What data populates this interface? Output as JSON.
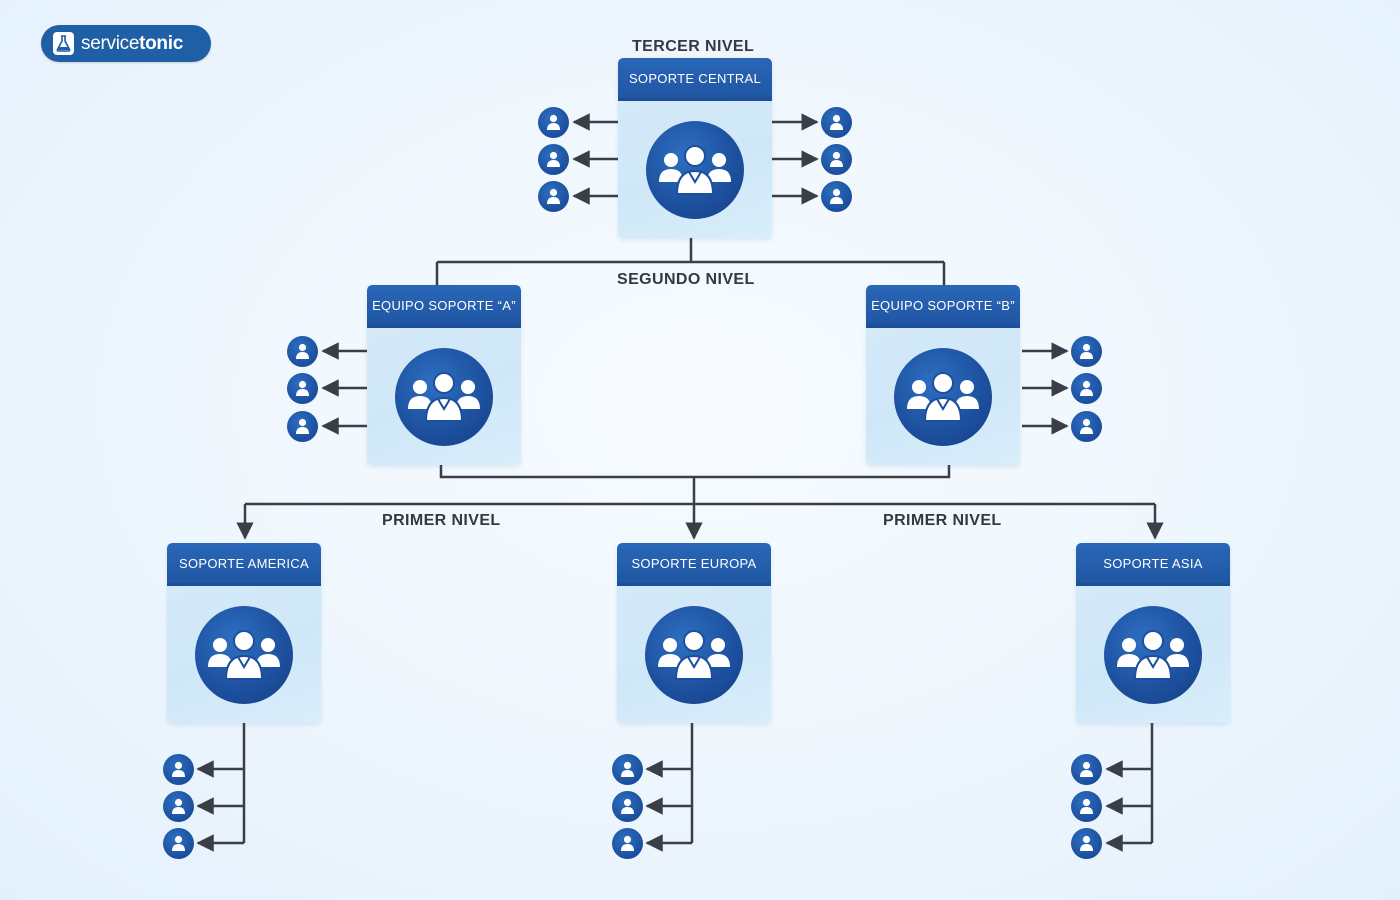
{
  "logo": {
    "text_light": "service",
    "text_bold": "tonic",
    "icon": "flask-icon"
  },
  "levels": {
    "third": "TERCER NIVEL",
    "second": "SEGUNDO NIVEL",
    "first_left": "PRIMER NIVEL",
    "first_right": "PRIMER NIVEL"
  },
  "nodes": {
    "central": {
      "label": "SOPORTE CENTRAL",
      "icon": "team-icon"
    },
    "team_a": {
      "label": "EQUIPO SOPORTE “A”",
      "icon": "team-icon"
    },
    "team_b": {
      "label": "EQUIPO SOPORTE “B”",
      "icon": "team-icon"
    },
    "america": {
      "label": "SOPORTE AMERICA",
      "icon": "team-icon"
    },
    "europa": {
      "label": "SOPORTE EUROPA",
      "icon": "team-icon"
    },
    "asia": {
      "label": "SOPORTE ASIA",
      "icon": "team-icon"
    }
  },
  "colors": {
    "header_blue": "#1f56a3",
    "circle_blue": "#1c4f9d",
    "card_fill": "#d3e9f9",
    "connector": "#3a3f47",
    "background": "#eef6fd"
  }
}
